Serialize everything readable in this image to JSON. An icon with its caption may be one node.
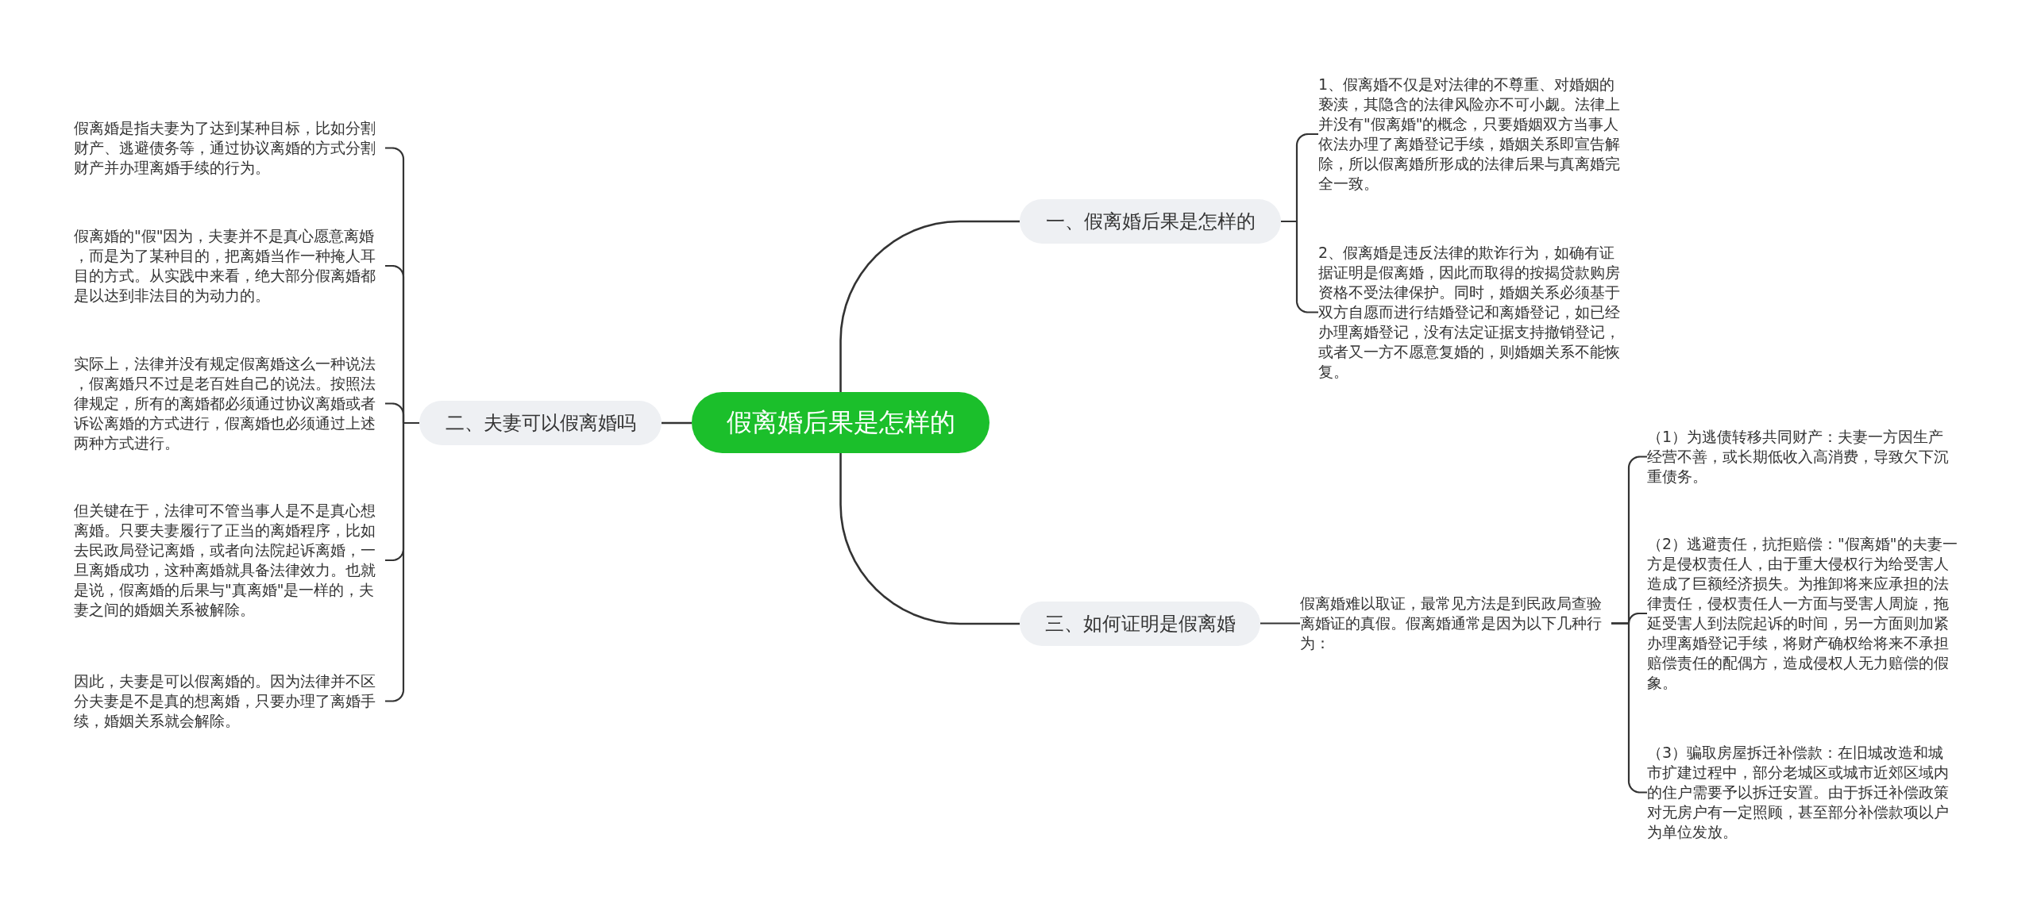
{
  "diagram": {
    "nodes": [
      {
        "text": [
          "假离婚后果是怎样的"
        ]
      },
      {
        "text": [
          "一、假离婚后果是怎样的"
        ]
      },
      {
        "text": [
          "1、假离婚不仅是对法律的不尊重、对婚姻的亵渎，其隐含的法律风险亦不可小觑。法律上并没有\"假离婚\"的概念，只要婚姻双方当事人依法办理了离婚登记手续，婚姻关系即宣告解除，所以假离婚所形成的法律后果与真离婚完全一致。"
        ]
      },
      {
        "text": [
          "2、假离婚是违反法律的欺诈行为，如确有证据证明是假离婚，因此而取得的按揭贷款购房资格不受法律保护。同时，婚姻关系必须基于双方自愿而进行结婚登记和离婚登记，如已经办理离婚登记，没有法定证据支持撤销登记，或者又一方不愿意复婚的，则婚姻关系不能恢复。"
        ]
      },
      {
        "text": [
          "二、夫妻可以假离婚吗"
        ]
      },
      {
        "text": [
          "假离婚是指夫妻为了达到某种目标，比如分割财产、逃避债务等，通过协议离婚的方式分割财产并办理离婚手续的行为。"
        ]
      },
      {
        "text": [
          "假离婚的\"假\"因为，夫妻并不是真心愿意离婚，而是为了某种目的，把离婚当作一种掩人耳目的方式。从实践中来看，绝大部分假离婚都是以达到非法目的为动力的。"
        ]
      },
      {
        "text": [
          "实际上，法律并没有规定假离婚这么一种说法，假离婚只不过是老百姓自己的说法。按照法律规定，所有的离婚都必须通过协议离婚或者诉讼离婚的方式进行，假离婚也必须通过上述两种方式进行。"
        ]
      },
      {
        "text": [
          "但关键在于，法律可不管当事人是不是真心想离婚。只要夫妻履行了正当的离婚程序，比如去民政局登记离婚，或者向法院起诉离婚，一旦离婚成功，这种离婚就具备法律效力。也就是说，假离婚的后果与\"真离婚\"是一样的，夫妻之间的婚姻关系被解除。"
        ]
      },
      {
        "text": [
          "因此，夫妻是可以假离婚的。因为法律并不区分夫妻是不是真的想离婚，只要办理了离婚手续，婚姻关系就会解除。"
        ]
      },
      {
        "text": [
          "三、如何证明是假离婚"
        ]
      },
      {
        "text": [
          "假离婚难以取证，最常见方法是到民政局查验离婚证的真假。假离婚通常是因为以下几种行为："
        ]
      },
      {
        "text": [
          "（1）为逃债转移共同财产：夫妻一方因生产经营不善，或长期低收入高消费，导致欠下沉重债务。"
        ]
      },
      {
        "text": [
          "（2）逃避责任，抗拒赔偿：\"假离婚\"的夫妻一方是侵权责任人，由于重大侵权行为给受害人造成了巨额经济损失。为推卸将来应承担的法律责任，侵权责任人一方面与受害人周旋，拖延受害人到法院起诉的时间，另一方面则加紧办理离婚登记手续，将财产确权给将来不承担赔偿责任的配偶方，造成侵权人无力赔偿的假象。"
        ]
      },
      {
        "text": [
          "（3）骗取房屋拆迁补偿款：在旧城改造和城市扩建过程中，部分老城区或城市近郊区域内的住户需要予以拆迁安置。由于拆迁补偿政策对无房户有一定照顾，甚至部分补偿款项以户为单位发放。"
        ]
      }
    ],
    "edges": [
      {
        "from": 0,
        "to": 1,
        "arrow": "none"
      },
      {
        "from": 1,
        "to": 2,
        "arrow": "none"
      },
      {
        "from": 1,
        "to": 3,
        "arrow": "none"
      },
      {
        "from": 0,
        "to": 4,
        "arrow": "none"
      },
      {
        "from": 4,
        "to": 5,
        "arrow": "none"
      },
      {
        "from": 4,
        "to": 6,
        "arrow": "none"
      },
      {
        "from": 4,
        "to": 7,
        "arrow": "none"
      },
      {
        "from": 4,
        "to": 8,
        "arrow": "none"
      },
      {
        "from": 4,
        "to": 9,
        "arrow": "none"
      },
      {
        "from": 0,
        "to": 10,
        "arrow": "none"
      },
      {
        "from": 10,
        "to": 11,
        "arrow": "none"
      },
      {
        "from": 11,
        "to": 12,
        "arrow": "none"
      },
      {
        "from": 11,
        "to": 13,
        "arrow": "none"
      },
      {
        "from": 11,
        "to": 14,
        "arrow": "none"
      }
    ]
  }
}
